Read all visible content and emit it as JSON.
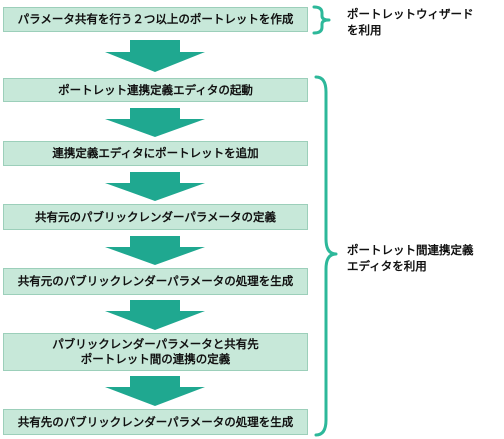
{
  "steps": [
    {
      "lines": [
        "パラメータ共有を行う２つ以上のポートレットを作成"
      ]
    },
    {
      "lines": [
        "ポートレット連携定義エディタの起動"
      ]
    },
    {
      "lines": [
        "連携定義エディタにポートレットを追加"
      ]
    },
    {
      "lines": [
        "共有元のパブリックレンダーパラメータの定義"
      ]
    },
    {
      "lines": [
        "共有元のパブリックレンダーパラメータの処理を生成"
      ]
    },
    {
      "lines": [
        "パブリックレンダーパラメータと共有先",
        "ポートレット間の連携の定義"
      ]
    },
    {
      "lines": [
        "共有先のパブリックレンダーパラメータの処理を生成"
      ]
    }
  ],
  "side_labels": {
    "portlet_wizard": {
      "line1": "ポートレットウィザード",
      "line2": "を利用"
    },
    "link_editor": {
      "line1": "ポートレット間連携定義",
      "line2": "エディタを利用"
    }
  },
  "colors": {
    "box_fill": "#c7e8d9",
    "box_border": "#9ccfba",
    "arrow": "#1fa890",
    "brace": "#2db89a"
  }
}
